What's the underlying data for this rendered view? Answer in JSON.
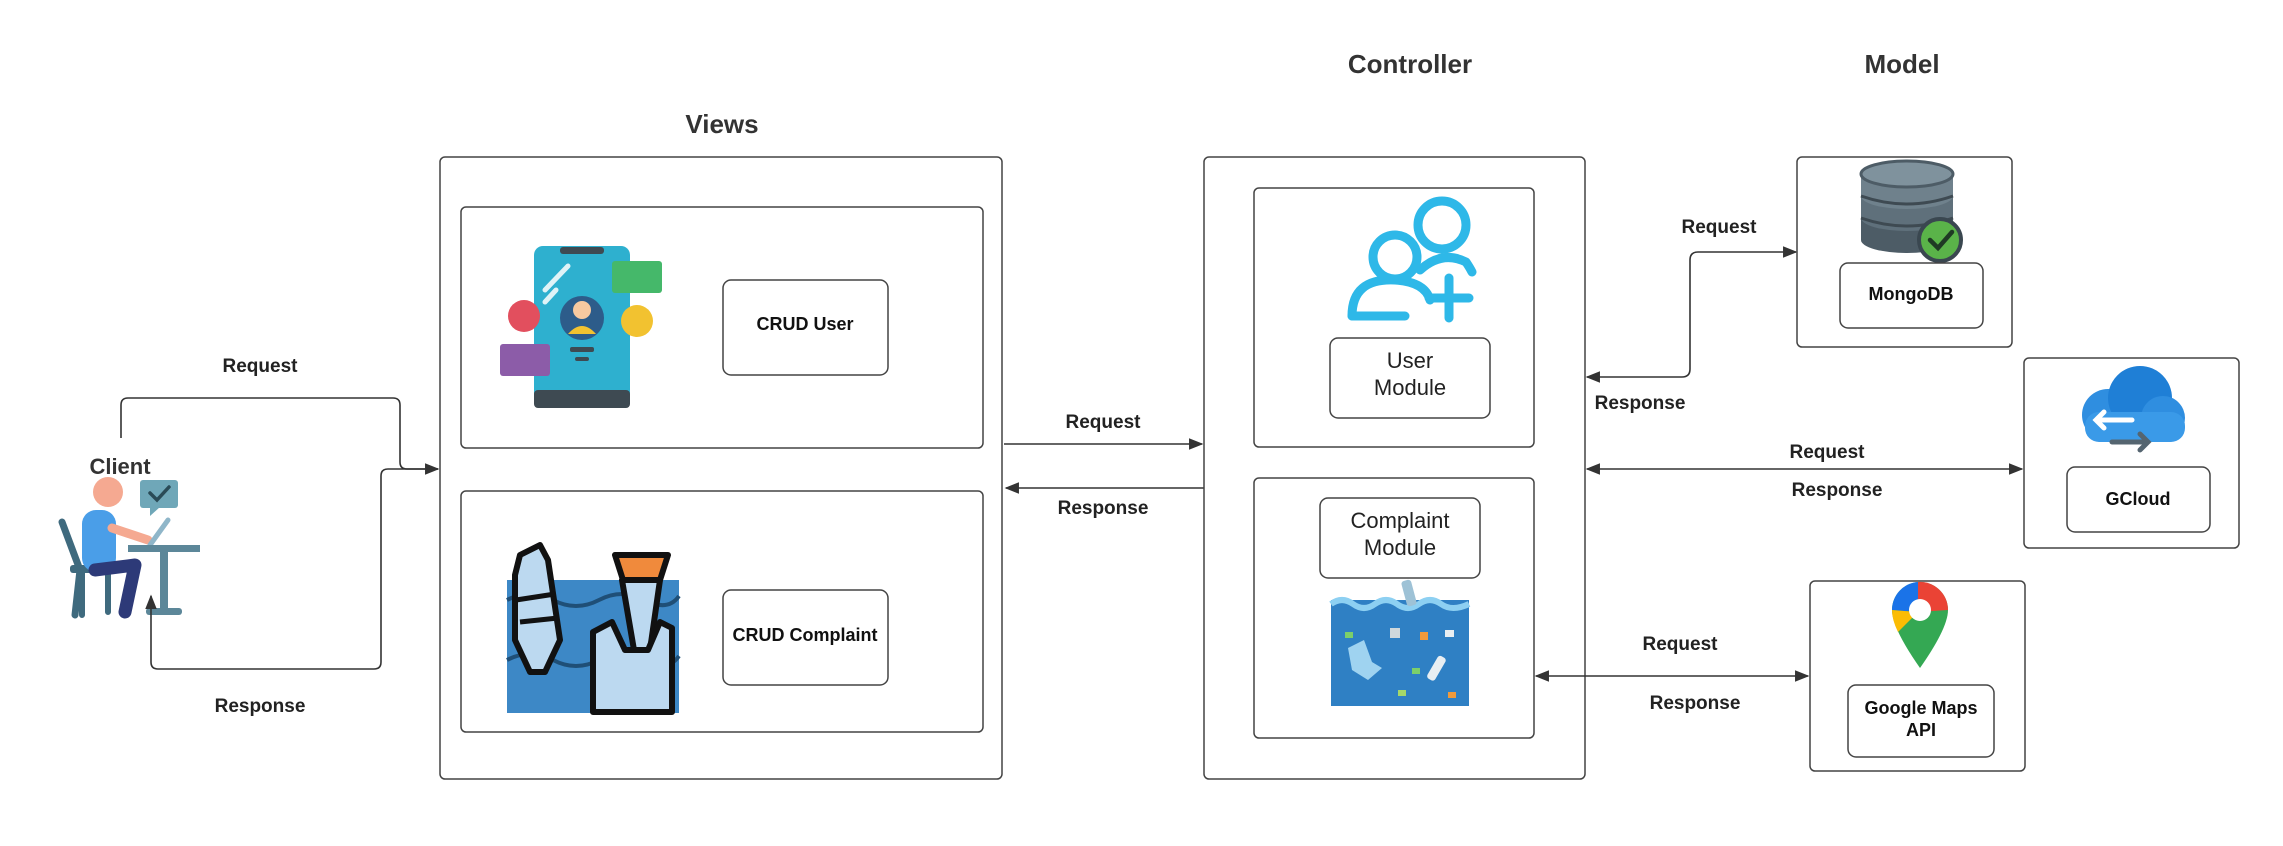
{
  "titles": {
    "views": "Views",
    "controller": "Controller",
    "model": "Model"
  },
  "client": {
    "label": "Client"
  },
  "views": {
    "crud_user": "CRUD User",
    "crud_complaint": "CRUD Complaint"
  },
  "controller": {
    "user_module": [
      "User",
      "Module"
    ],
    "complaint_module": [
      "Complaint",
      "Module"
    ]
  },
  "model": {
    "mongodb": "MongoDB",
    "gcloud": "GCloud",
    "maps": [
      "Google Maps",
      "API"
    ]
  },
  "connectors": {
    "client_request": "Request",
    "client_response": "Response",
    "views_request": "Request",
    "views_response": "Response",
    "mongo_request": "Request",
    "mongo_response": "Response",
    "gcloud_request": "Request",
    "gcloud_response": "Response",
    "maps_request": "Request",
    "maps_response": "Response"
  },
  "colors": {
    "stroke": "#444444",
    "accent_blue": "#2eb0e6",
    "mongo_green": "#4caf50"
  },
  "icons": [
    "person-at-desk-icon",
    "chat-check-icon",
    "phone-user-icon",
    "plastic-waste-icon",
    "add-user-icon",
    "ocean-pollution-icon",
    "database-check-icon",
    "cloud-sync-icon",
    "map-pin-icon"
  ]
}
